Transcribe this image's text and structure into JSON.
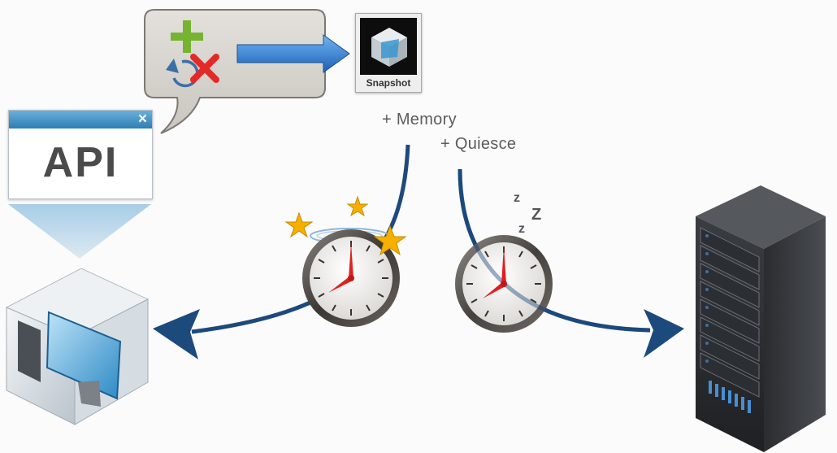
{
  "labels": {
    "memory": "+ Memory",
    "quiesce": "+ Quiesce",
    "api": "API",
    "snapshot": "Snapshot",
    "close": "×",
    "sleep": [
      "z",
      "Z",
      "z"
    ]
  },
  "icons": {
    "create": "plus-icon",
    "revert": "revert-icon",
    "delete": "delete-x-icon",
    "arrow": "blue-right-arrow",
    "snapshot": "snapshot-icon",
    "clock_active": "clock-with-stars-icon",
    "clock_sleeping": "sleeping-clock-icon",
    "vm": "virtual-machine-icon",
    "server": "server-rack-icon"
  },
  "colors": {
    "flow_arrow": "#1d4a7c",
    "plus": "#76b330",
    "delete": "#e32a2a",
    "revert": "#3b6fa6",
    "window_title": "#2f7db3",
    "hand": "#e02020",
    "star": "#f5b000"
  }
}
